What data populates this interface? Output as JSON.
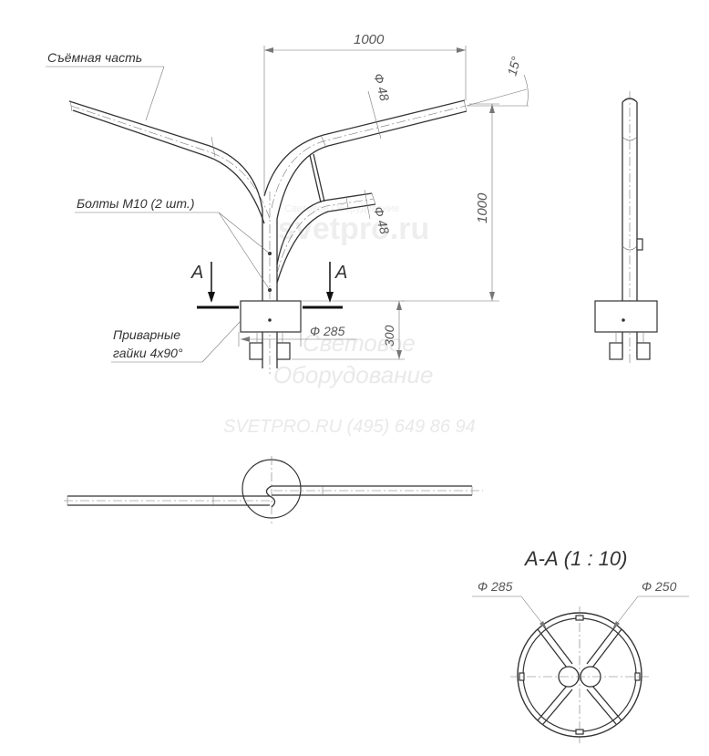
{
  "labels": {
    "removable_part": "Съёмная часть",
    "bolts": "Болты М10 (2 шт.)",
    "weld_nuts_line1": "Приварные",
    "weld_nuts_line2": "гайки 4х90°",
    "section_mark": "А",
    "section_title": "А-А (1 : 10)"
  },
  "dimensions": {
    "horizontal_length": "1000",
    "vertical_height": "1000",
    "angle": "15°",
    "pipe_diameter_upper": "Ф 48",
    "pipe_diameter_lower": "Ф 48",
    "flange_diameter": "Ф 285",
    "base_height": "300",
    "section_outer_diameter": "Ф 285",
    "section_inner_diameter": "Ф 250"
  },
  "watermarks": {
    "site_small_top": "Световое Оборудование",
    "site_large": "svetpro.ru",
    "company_line1": "Световое",
    "company_line2": "Оборудование",
    "contact": "SVETPRO.RU   (495) 649 86 94"
  }
}
